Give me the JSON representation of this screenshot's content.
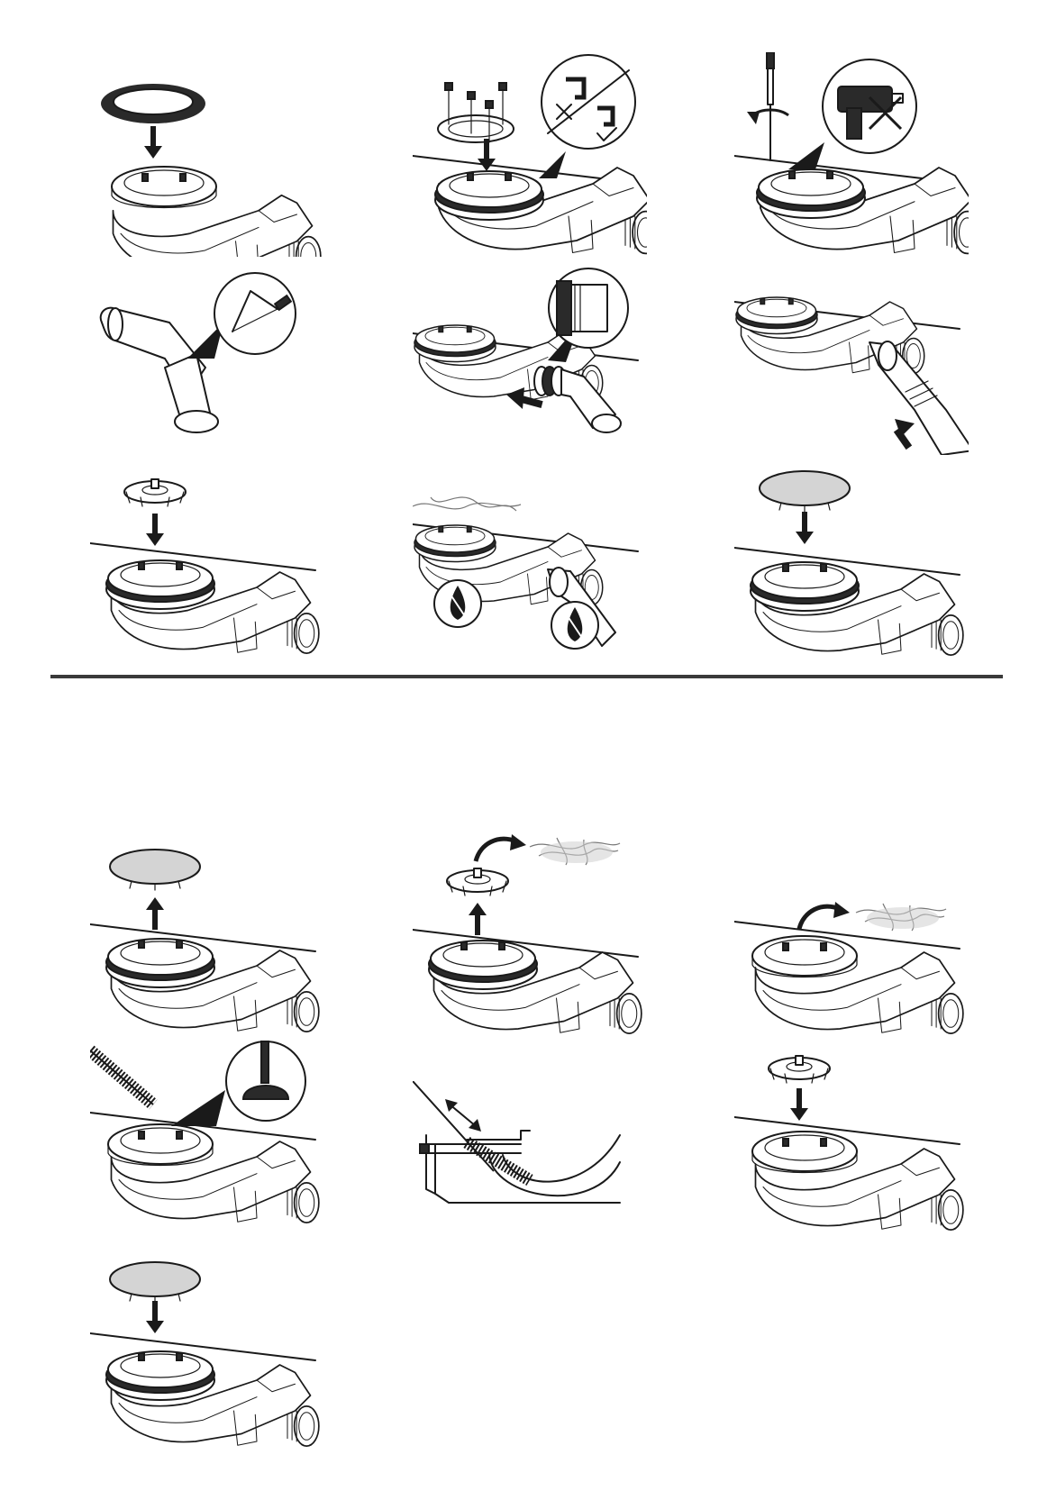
{
  "document": {
    "footer_text": ""
  },
  "panels": [
    {
      "id": "p1",
      "icon": "gasket-ring-insertion"
    },
    {
      "id": "p2",
      "icon": "screw-clamping-ring"
    },
    {
      "id": "p3",
      "icon": "screwdriver-no-drill"
    },
    {
      "id": "p4",
      "icon": "pipe-cutting-hacksaw"
    },
    {
      "id": "p5",
      "icon": "pipe-connect-nut"
    },
    {
      "id": "p6",
      "icon": "pipe-push-in"
    },
    {
      "id": "p7",
      "icon": "insert-strainer"
    },
    {
      "id": "p8",
      "icon": "leak-test-drops"
    },
    {
      "id": "p9",
      "icon": "place-cover"
    },
    {
      "id": "p10",
      "icon": "lift-cover"
    },
    {
      "id": "p11",
      "icon": "remove-strainer-hair"
    },
    {
      "id": "p12",
      "icon": "ring-hair-removal"
    },
    {
      "id": "p13",
      "icon": "brush-cleaning-plunger"
    },
    {
      "id": "p14",
      "icon": "section-brush-cleaning"
    },
    {
      "id": "p15",
      "icon": "reinsert-strainer"
    },
    {
      "id": "p16",
      "icon": "replace-cover"
    }
  ],
  "colors": {
    "line": "#1a1a1a",
    "fill_grey": "#d4d4d4",
    "divider": "#3a3a3a"
  }
}
